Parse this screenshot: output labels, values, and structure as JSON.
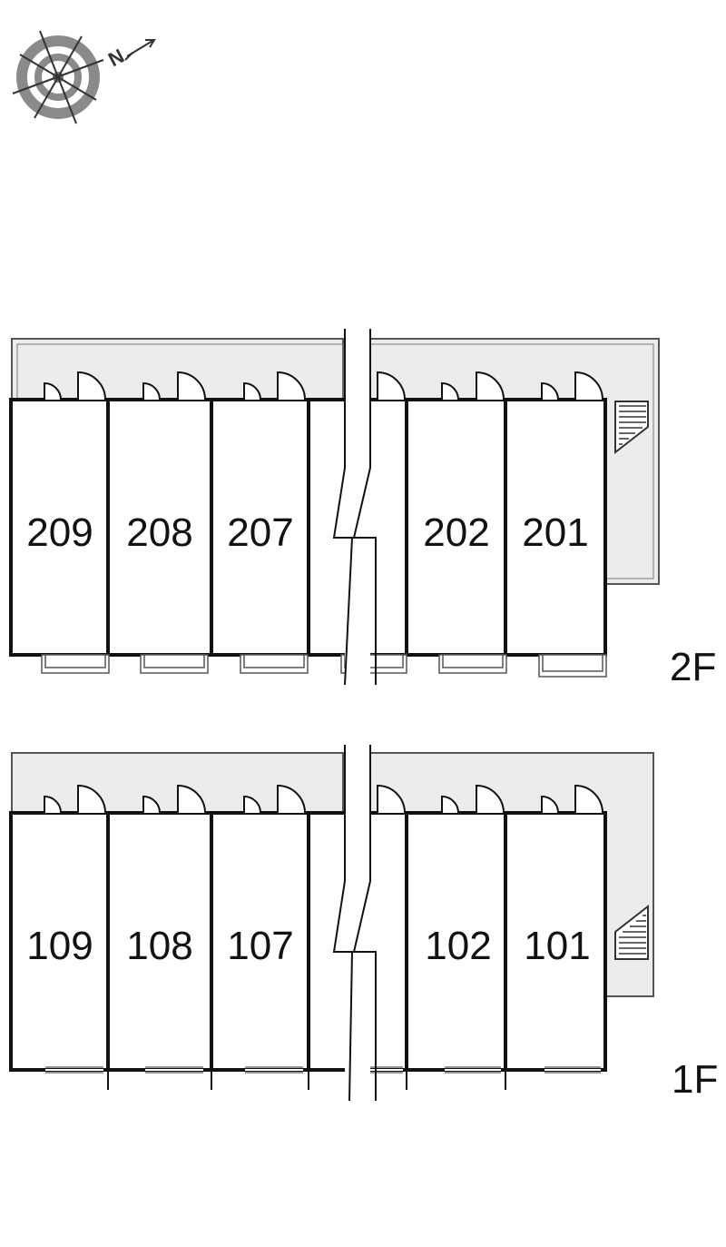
{
  "compass": {
    "letter": "N",
    "icon": "compass-rose-icon"
  },
  "floors": [
    {
      "id": "2F",
      "label": "2F",
      "units": [
        {
          "number": "209"
        },
        {
          "number": "208"
        },
        {
          "number": "207"
        },
        {
          "number": "202"
        },
        {
          "number": "201"
        }
      ]
    },
    {
      "id": "1F",
      "label": "1F",
      "units": [
        {
          "number": "109"
        },
        {
          "number": "108"
        },
        {
          "number": "107"
        },
        {
          "number": "102"
        },
        {
          "number": "101"
        }
      ]
    }
  ],
  "colors": {
    "corridor": "#ececec",
    "wall": "#111111",
    "line": "#555555",
    "compass": "#888888"
  }
}
